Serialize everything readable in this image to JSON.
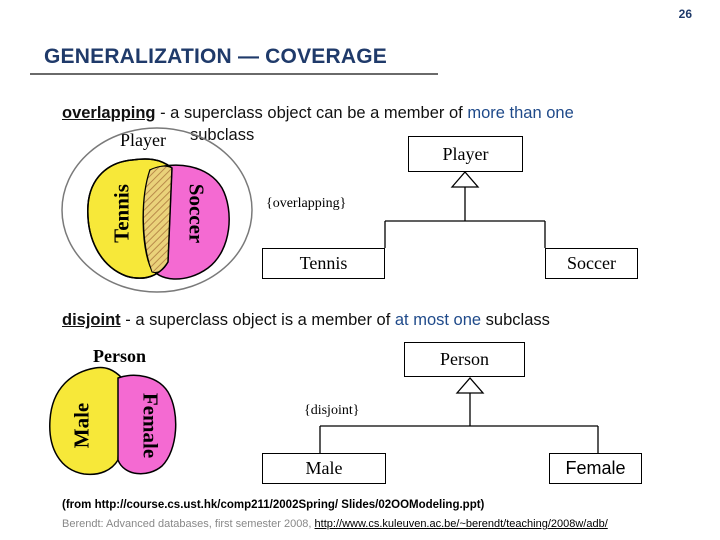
{
  "page_number": "26",
  "title": "GENERALIZATION — COVERAGE",
  "overlapping": {
    "keyword": "overlapping",
    "text_before": " - a superclass object can be a member of ",
    "highlight": "more than one",
    "text_after": "subclass",
    "venn_label": "Player",
    "venn_left": "Tennis",
    "venn_right": "Soccer",
    "super_box": "Player",
    "constraint": "{overlapping}",
    "sub_left": "Tennis",
    "sub_right": "Soccer"
  },
  "disjoint": {
    "keyword": "disjoint",
    "text_before": " - a superclass object is a member of ",
    "highlight": "at most one",
    "text_after": " subclass",
    "venn_label": "Person",
    "venn_left": "Male",
    "venn_right": "Female",
    "super_box": "Person",
    "constraint": "{disjoint}",
    "sub_left": "Male",
    "sub_right": "Female"
  },
  "footer": {
    "source": "(from http://course.cs.ust.hk/comp211/2002Spring/ Slides/02OOModeling.ppt)",
    "credit": "Berendt: Advanced databases, first semester 2008, ",
    "link": "http://www.cs.kuleuven.ac.be/~berendt/teaching/2008w/adb/"
  },
  "colors": {
    "title": "#1f3a6a",
    "highlight": "#1f4a8a",
    "yellow": "#f7e839",
    "pink": "#f46ad2",
    "hatch": "#c9a46a"
  }
}
